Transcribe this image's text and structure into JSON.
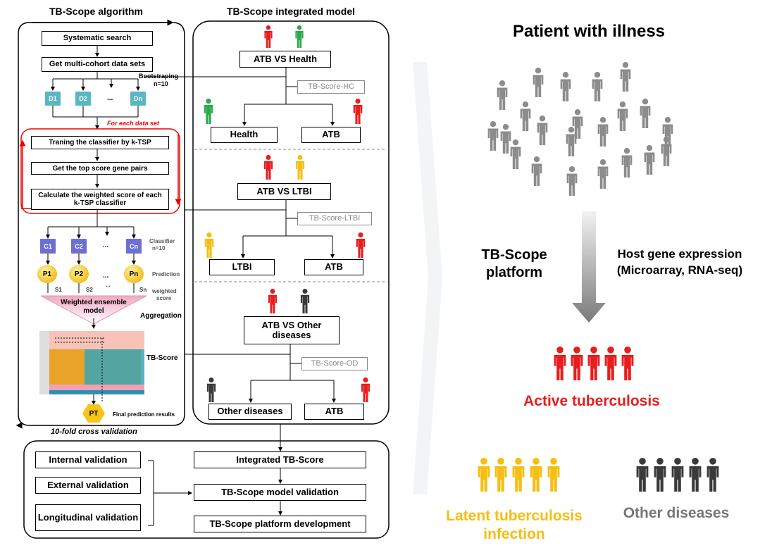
{
  "titles": {
    "algorithm": "TB-Scope algorithm",
    "integrated": "TB-Scope integrated model"
  },
  "algorithm": {
    "systematic_search": "Systematic search",
    "multi_cohort": "Get multi-cohort data sets",
    "bootstrap": "Bootstraping",
    "bootstrap_n": "n=10",
    "datasets": [
      "D1",
      "D2",
      "...",
      "Dn"
    ],
    "for_each": "For each  data set",
    "train": "Traning the classifier by k-TSP",
    "top_pairs": "Get the top score gene pairs",
    "weighted_score_line1": "Calculate the weighted score of each",
    "weighted_score_line2": "k-TSP classifier",
    "classifiers": [
      "C1",
      "C2",
      "...",
      "Cn"
    ],
    "classifier_label": "Classifier",
    "classifier_n": "n=10",
    "predictions": [
      "P1",
      "P2",
      "...",
      "Pn"
    ],
    "prediction_label": "Prediction",
    "scores": [
      "S1",
      "S2",
      "...",
      "Sn"
    ],
    "weighted_label1": "weighted",
    "weighted_label2": "score",
    "ensemble": "Weighted ensemble model",
    "aggregation": "Aggregation",
    "tb_score": "TB-Score",
    "final_node": "PT",
    "final_label": "Final prediction results",
    "cv": "10-fold cross validation"
  },
  "integrated": {
    "hc": {
      "vs": "ATB VS Health",
      "score": "TB-Score-HC",
      "left": "Health",
      "right": "ATB"
    },
    "ltbi": {
      "vs": "ATB VS LTBI",
      "score": "TB-Score-LTBI",
      "left": "LTBI",
      "right": "ATB"
    },
    "od": {
      "vs": "ATB VS Other diseases",
      "score": "TB-Score-OD",
      "left": "Other diseases",
      "right": "ATB"
    }
  },
  "validation": {
    "internal": "Internal validation",
    "external": "External validation",
    "longitudinal": "Longitudinal validation",
    "integrated_score": "Integrated TB-Score",
    "model_validation": "TB-Scope model validation",
    "platform_dev": "TB-Scope platform development"
  },
  "right": {
    "patient": "Patient with illness",
    "platform": "TB-Scope platform",
    "host_gene": "Host gene expression",
    "host_gene_sub": "(Microarray, RNA-seq)",
    "active": "Active tuberculosis",
    "latent": "Latent tuberculosis infection",
    "other": "Other diseases"
  },
  "colors": {
    "red": "#e81d1d",
    "green": "#2aa84a",
    "yellow": "#f5be12",
    "dark": "#3a3a3a",
    "gray": "#8c8c8c",
    "teal": "#59b7c2",
    "purple": "#6d6fd1"
  }
}
